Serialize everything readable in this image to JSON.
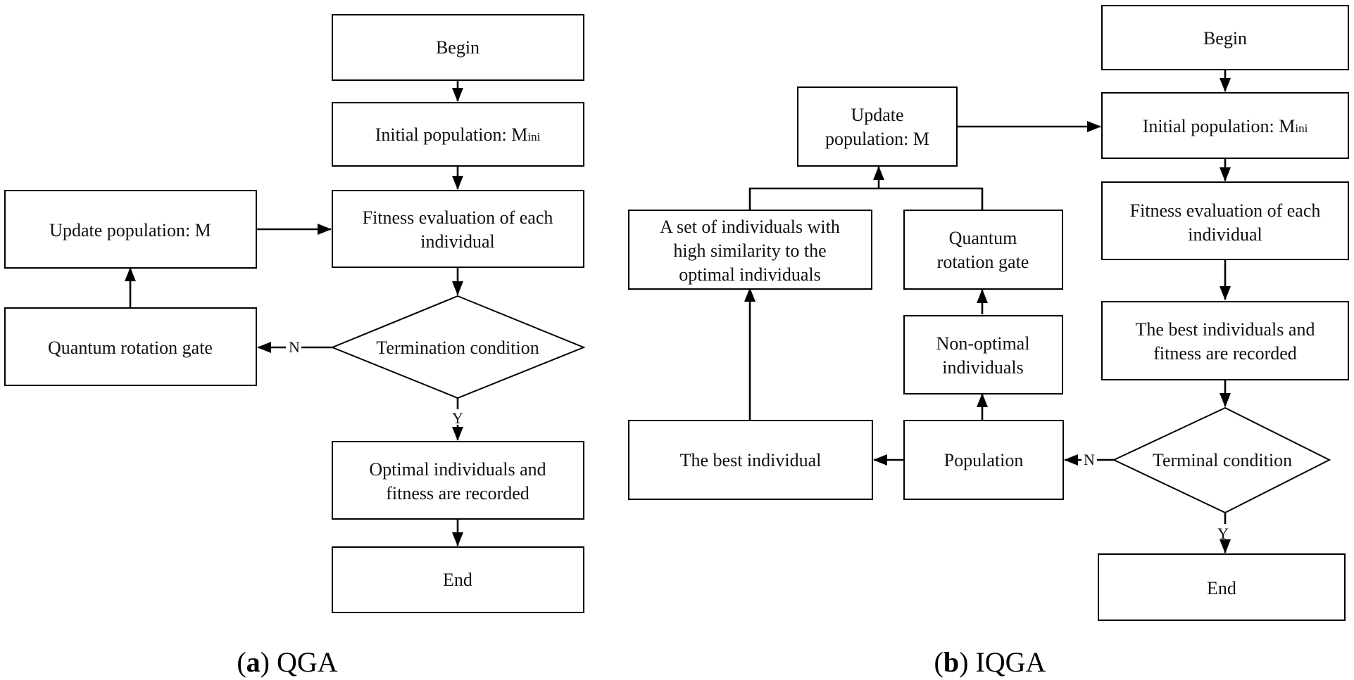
{
  "qga": {
    "begin": "Begin",
    "init_prefix": "Initial population: M",
    "init_sub": "ini",
    "fitness": [
      "Fitness evaluation of each",
      "individual"
    ],
    "update": "Update population: M",
    "quantum": "Quantum rotation gate",
    "termination": "Termination condition",
    "no_label": "N",
    "yes_label": "Y",
    "optimal": [
      "Optimal individuals and",
      "fitness are recorded"
    ],
    "end": "End",
    "caption_letter": "a",
    "caption_name": " QGA"
  },
  "iqga": {
    "begin": "Begin",
    "update": [
      "Update",
      "population: M"
    ],
    "init_prefix": "Initial population: M",
    "init_sub": "ini",
    "fitness": [
      "Fitness evaluation of each",
      "individual"
    ],
    "similar_set": [
      "A set of individuals with",
      "high similarity to the",
      "optimal individuals"
    ],
    "quantum": [
      "Quantum",
      "rotation gate"
    ],
    "best_recorded": [
      "The best individuals and",
      "fitness are recorded"
    ],
    "non_optimal": [
      "Non-optimal",
      "individuals"
    ],
    "best_individual": "The best individual",
    "population": "Population",
    "terminal": "Terminal condition",
    "no_label": "N",
    "yes_label": "Y",
    "end": "End",
    "caption_letter": "b",
    "caption_name": " IQGA"
  }
}
